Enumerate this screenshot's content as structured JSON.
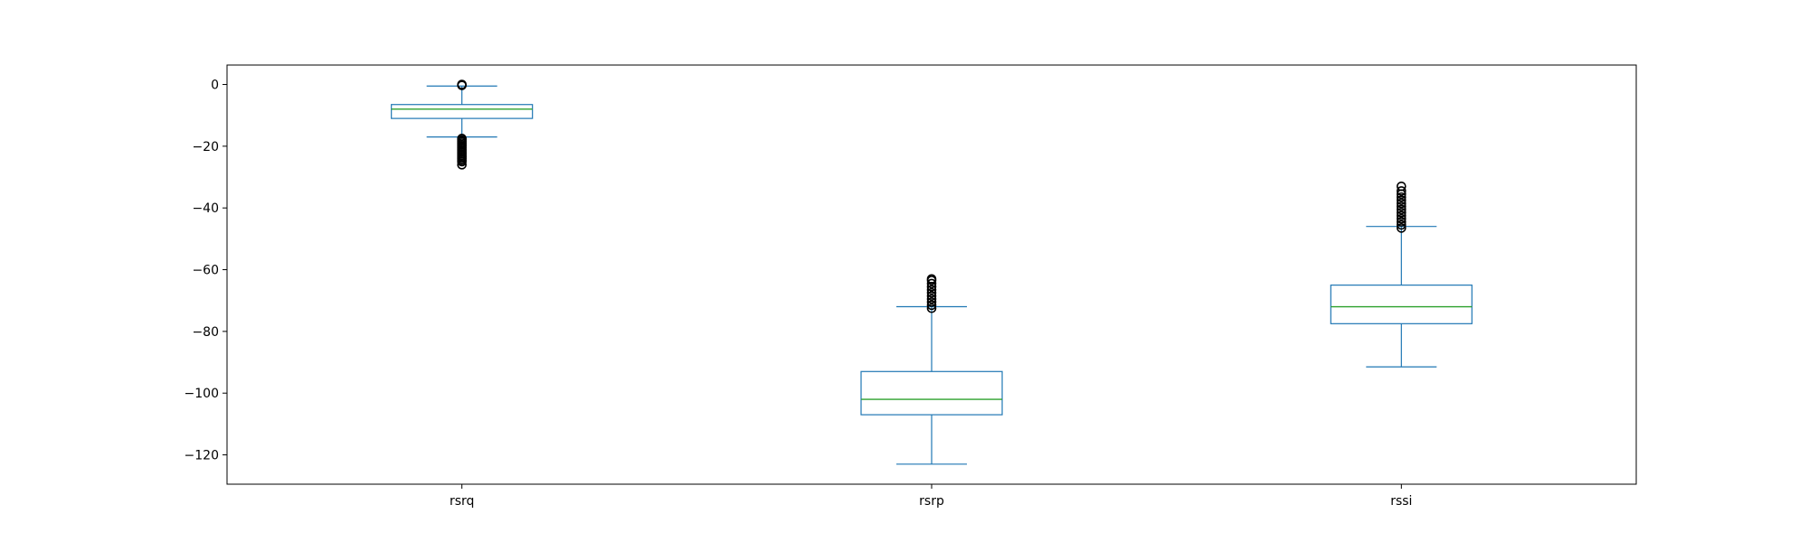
{
  "chart_data": {
    "type": "box",
    "title": "",
    "xlabel": "",
    "ylabel": "",
    "categories": [
      "rsrq",
      "rsrp",
      "rssi"
    ],
    "yticks": [
      0,
      -20,
      -40,
      -60,
      -80,
      -100,
      -120
    ],
    "ytick_labels": [
      "0",
      "−20",
      "−40",
      "−60",
      "−80",
      "−100",
      "−120"
    ],
    "ylim": [
      -129.5,
      6.3
    ],
    "grid": false,
    "legend": "none",
    "colors": {
      "box": "#1f77b4",
      "median": "#2ca02c",
      "flier": "#000000",
      "axes": "#000000"
    },
    "boxes": [
      {
        "name": "rsrq",
        "whisker_low": -17,
        "q1": -11,
        "median": -8,
        "q3": -6.5,
        "whisker_high": -0.5,
        "fliers_high": [
          0,
          -0.3
        ],
        "fliers_low": [
          -17.5,
          -18,
          -18.5,
          -19,
          -19.5,
          -20,
          -20.5,
          -21,
          -21.5,
          -22,
          -22.5,
          -23,
          -23.5,
          -24,
          -24.5,
          -25,
          -26
        ]
      },
      {
        "name": "rsrp",
        "whisker_low": -123,
        "q1": -107,
        "median": -102,
        "q3": -93,
        "whisker_high": -72,
        "fliers_high": [
          -72.5,
          -71.5,
          -70.5,
          -69.5,
          -68.5,
          -67.5,
          -66.5,
          -65.5,
          -64.5,
          -63.5,
          -63
        ],
        "fliers_low": []
      },
      {
        "name": "rssi",
        "whisker_low": -91.5,
        "q1": -77.5,
        "median": -72,
        "q3": -65,
        "whisker_high": -46,
        "fliers_high": [
          -46.5,
          -45.5,
          -44.5,
          -43.5,
          -42.5,
          -41.5,
          -40.5,
          -39.5,
          -38.5,
          -37.5,
          -36.5,
          -35.5,
          -34.5,
          -33
        ],
        "fliers_low": []
      }
    ]
  }
}
